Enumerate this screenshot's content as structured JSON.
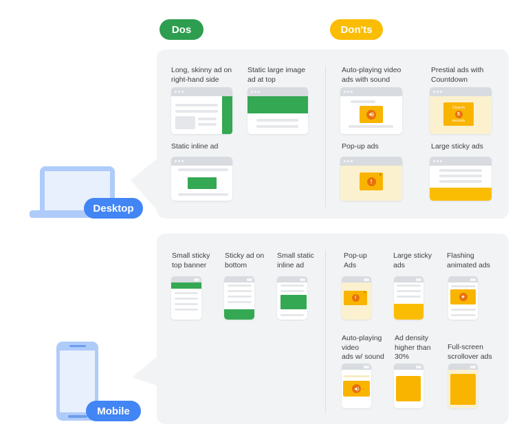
{
  "legend": {
    "dos": "Dos",
    "donts": "Don'ts"
  },
  "device_labels": {
    "desktop": "Desktop",
    "mobile": "Mobile"
  },
  "desktop_section": {
    "dos": [
      {
        "label": "Long, skinny ad on\nright-hand side"
      },
      {
        "label": "Static large image\nad at top"
      },
      {
        "label": "Static inline ad"
      }
    ],
    "donts": [
      {
        "label": "Auto-playing video\nads with sound"
      },
      {
        "label": "Prestial ads with\nCountdown",
        "countdown": {
          "top": "Close in",
          "count": "5",
          "bottom": "seconds"
        }
      },
      {
        "label": "Pop-up ads"
      },
      {
        "label": "Large sticky ads"
      }
    ]
  },
  "mobile_section": {
    "dos": [
      {
        "label": "Small sticky\ntop banner"
      },
      {
        "label": "Sticky ad on\nbottom"
      },
      {
        "label": "Small static\ninline ad"
      }
    ],
    "donts": [
      {
        "label": "Pop-up\nAds"
      },
      {
        "label": "Large sticky\nads"
      },
      {
        "label": "Flashing\nanimated ads"
      },
      {
        "label": "Auto-playing\nvideo\nads w/ sound"
      },
      {
        "label": "Ad density\nhigher than\n30%"
      },
      {
        "label": "Full-screen\nscrollover ads"
      }
    ]
  },
  "glyphs": {
    "warning": "!",
    "count": "5",
    "star": "★",
    "close": "×",
    "window_dots": "•••"
  },
  "icons": {
    "speaker-icon": "volume-up",
    "warning-icon": "!",
    "star-icon": "★",
    "close-icon": "×",
    "window-dots-icon": "•••",
    "status-bar-icon": "rect"
  },
  "colors": {
    "dos_green": "#2d9e4f",
    "ad_green": "#34a853",
    "donts_yellow": "#fbbc04",
    "ad_amber": "#f9b400",
    "pale_yellow": "#fbf1cf",
    "alert_orange": "#e8710a",
    "panel_gray": "#f1f3f4",
    "device_blue": "#aecbfa",
    "screen_blue": "#e8f0fe",
    "label_blue": "#4285f4"
  }
}
